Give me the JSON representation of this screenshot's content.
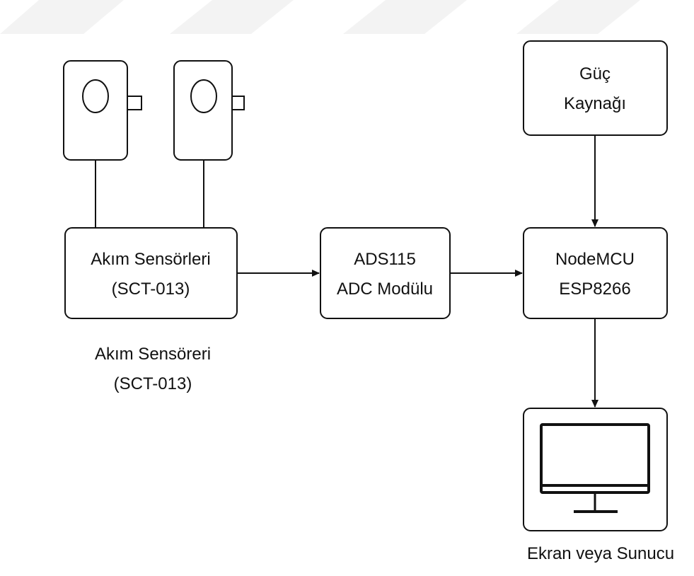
{
  "colors": {
    "stroke": "#111111",
    "watermark": "#f3f3f3",
    "background": "#ffffff"
  },
  "nodes": {
    "sensors": {
      "line1": "Akım Sensörleri",
      "line2": "(SCT-013)"
    },
    "adc": {
      "line1": "ADS115",
      "line2": "ADC Modülu"
    },
    "mcu": {
      "line1": "NodeMCU",
      "line2": "ESP8266"
    },
    "power": {
      "line1": "Güç",
      "line2": "Kaynağı"
    }
  },
  "captions": {
    "sensors_line1": "Akım Sensöreri",
    "sensors_line2": "(SCT-013)",
    "display": "Ekran veya Sunucu"
  },
  "icons": {
    "sensor_device": "current-clamp-sensor-icon",
    "display": "monitor-icon"
  },
  "edges": [
    {
      "from": "sensors",
      "to": "adc"
    },
    {
      "from": "adc",
      "to": "mcu"
    },
    {
      "from": "power",
      "to": "mcu"
    },
    {
      "from": "mcu",
      "to": "display"
    }
  ]
}
